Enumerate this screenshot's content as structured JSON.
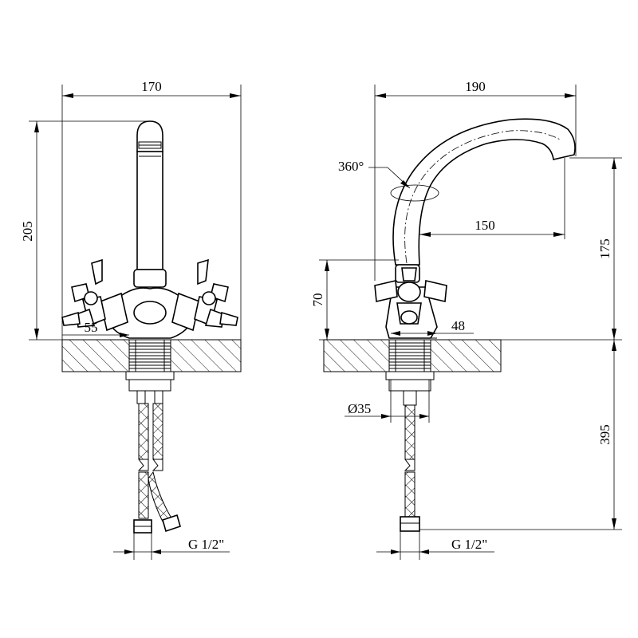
{
  "front_view": {
    "width_label": "170",
    "height_label": "205",
    "base_label": "55",
    "connector_label": "G 1/2\""
  },
  "side_view": {
    "width_label": "190",
    "rotation_label": "360°",
    "reach_label": "150",
    "height_label": "175",
    "lower_height_label": "70",
    "base_label": "48",
    "diameter_label": "Ø35",
    "hose_length_label": "395",
    "connector_label": "G 1/2\""
  }
}
